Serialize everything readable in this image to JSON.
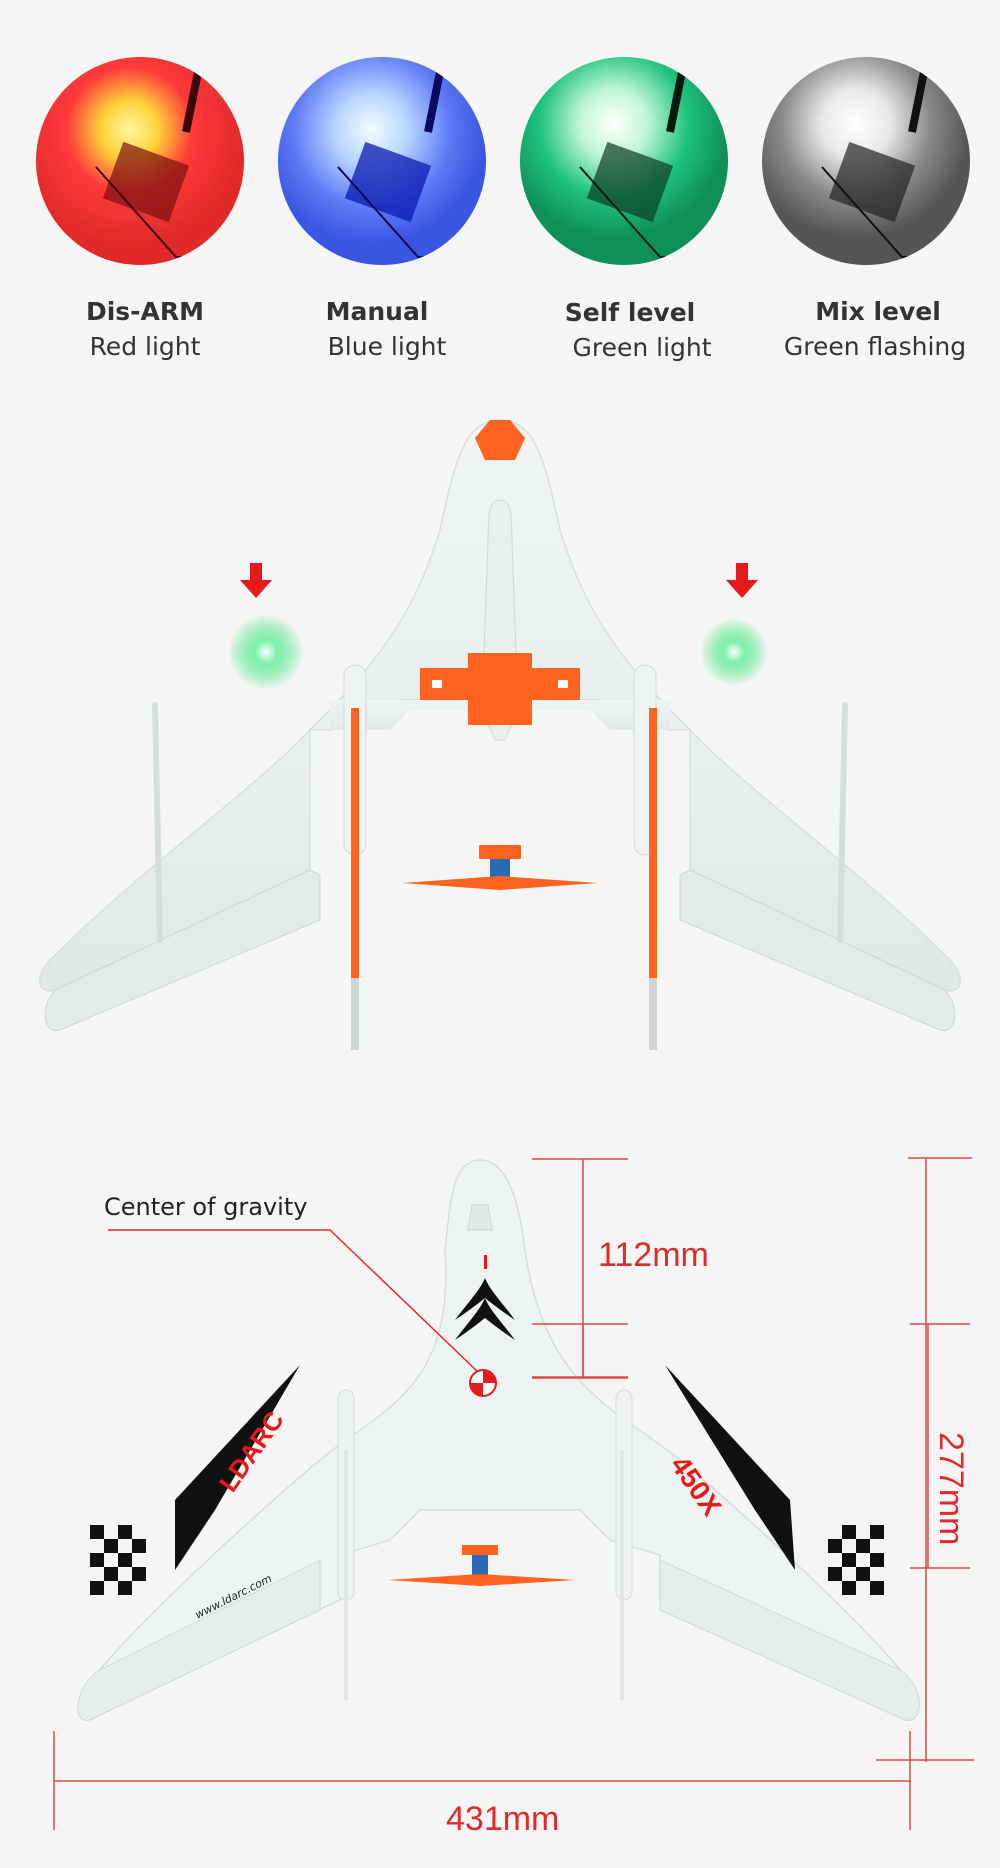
{
  "led_modes": [
    {
      "title": "Dis-ARM",
      "subtitle": "Red light",
      "color": "#ff3b3b",
      "glow": "#ffe04a"
    },
    {
      "title": "Manual",
      "subtitle": "Blue light",
      "color": "#3b5bff",
      "glow": "#e8f4ff"
    },
    {
      "title": "Self level",
      "subtitle": "Green light",
      "color": "#16c17a",
      "glow": "#ffffff"
    },
    {
      "title": "Mix level",
      "subtitle": "Green flashing",
      "color": "#707070",
      "glow": "#ffffff"
    }
  ],
  "top_view": {
    "accent_color": "#ff6320",
    "arrow_color": "#e51a1a",
    "led_glow_color": "#3be07a"
  },
  "bottom_view": {
    "cg_label": "Center of gravity",
    "brand_left": "LDARC",
    "brand_right": "450X",
    "website": "www.ldarc.com",
    "dim_color": "#e02a2a"
  },
  "dimensions": {
    "cg_distance": "112mm",
    "length": "277mm",
    "wingspan": "431mm"
  }
}
